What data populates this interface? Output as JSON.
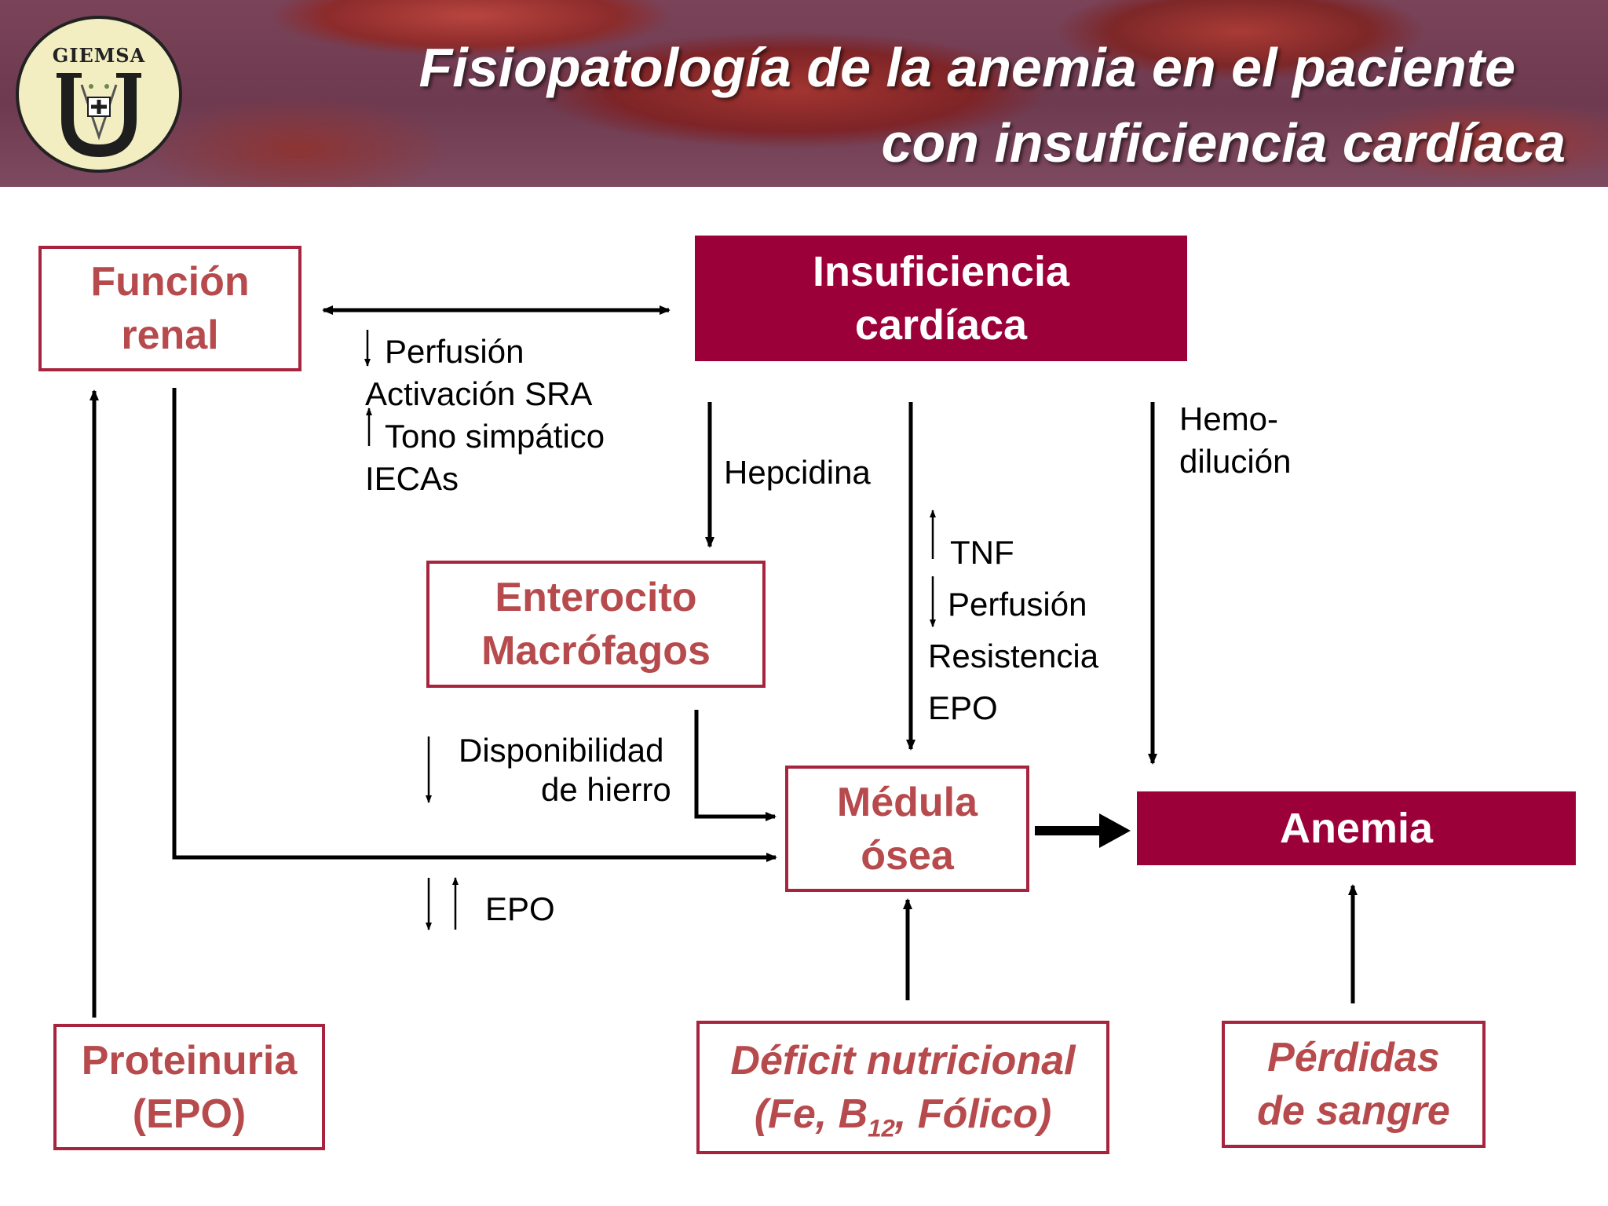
{
  "header": {
    "logo_text": "GIEMSA",
    "title_line1": "Fisiopatología de la anemia en el paciente",
    "title_line2": "con insuficiencia cardíaca"
  },
  "boxes": {
    "funcion_renal": [
      "Función",
      "renal"
    ],
    "insuficiencia_cardiaca": [
      "Insuficiencia",
      "cardíaca"
    ],
    "enterocito": [
      "Enterocito",
      "Macrófagos"
    ],
    "medula": [
      "Médula",
      "ósea"
    ],
    "anemia": "Anemia",
    "proteinuria": [
      "Proteinuria",
      "(EPO)"
    ],
    "deficit": {
      "line1": "Déficit nutricional",
      "line2_prefix": "(Fe, B",
      "line2_sub": "12",
      "line2_suffix": ", Fólico)"
    },
    "perdidas": [
      "Pérdidas",
      "de sangre"
    ]
  },
  "labels": {
    "renal_cardiac": [
      "Perfusión",
      "Activación SRA",
      "Tono simpático",
      "IECAs"
    ],
    "hepcidina": "Hepcidina",
    "hemodilucion": [
      "Hemo-",
      "dilución"
    ],
    "medula_factors": [
      "TNF",
      "Perfusión",
      "Resistencia",
      "EPO"
    ],
    "disponibilidad": [
      "Disponibilidad",
      "de hierro"
    ],
    "epo": "EPO"
  },
  "colors": {
    "accent": "#9c0038",
    "outline": "#a7243e",
    "outline_text": "#b64a4c"
  }
}
